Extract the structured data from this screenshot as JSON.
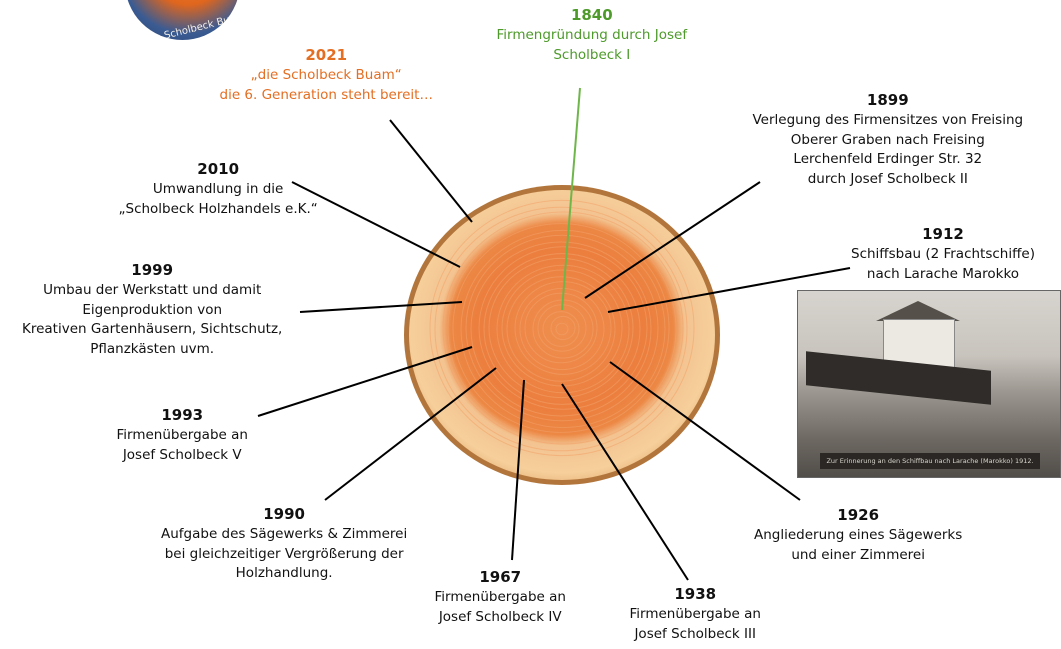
{
  "colors": {
    "accent_orange": "#e46e22",
    "accent_green": "#4d9a2a",
    "text": "#111111"
  },
  "logo": {
    "caption": "die Scholbeck Buam"
  },
  "events": [
    {
      "id": "1840",
      "year": "1840",
      "lines": [
        "Firmengründung durch Josef",
        "Scholbeck I"
      ],
      "color": "green"
    },
    {
      "id": "2021",
      "year": "2021",
      "lines": [
        "„die Scholbeck Buam“",
        "die 6. Generation steht bereit…"
      ],
      "color": "orange"
    },
    {
      "id": "1899",
      "year": "1899",
      "lines": [
        "Verlegung des Firmensitzes von Freising",
        "Oberer Graben nach Freising",
        "Lerchenfeld Erdinger Str. 32",
        "durch Josef Scholbeck II"
      ],
      "color": "black"
    },
    {
      "id": "2010",
      "year": "2010",
      "lines": [
        "Umwandlung in die",
        "„Scholbeck Holzhandels e.K.“"
      ],
      "color": "black"
    },
    {
      "id": "1912",
      "year": "1912",
      "lines": [
        "Schiffsbau (2 Frachtschiffe)",
        "nach Larache Marokko"
      ],
      "color": "black"
    },
    {
      "id": "1999",
      "year": "1999",
      "lines": [
        "Umbau der Werkstatt und damit",
        "Eigenproduktion von",
        "Kreativen Gartenhäusern, Sichtschutz,",
        "Pflanzkästen uvm."
      ],
      "color": "black"
    },
    {
      "id": "1993",
      "year": "1993",
      "lines": [
        "Firmenübergabe an",
        "Josef Scholbeck V"
      ],
      "color": "black"
    },
    {
      "id": "1926",
      "year": "1926",
      "lines": [
        "Angliederung eines Sägewerks",
        "und einer Zimmerei"
      ],
      "color": "black"
    },
    {
      "id": "1990",
      "year": "1990",
      "lines": [
        "Aufgabe des Sägewerks & Zimmerei",
        "bei gleichzeitiger Vergrößerung der",
        "Holzhandlung."
      ],
      "color": "black"
    },
    {
      "id": "1967",
      "year": "1967",
      "lines": [
        "Firmenübergabe an",
        "Josef Scholbeck IV"
      ],
      "color": "black"
    },
    {
      "id": "1938",
      "year": "1938",
      "lines": [
        "Firmenübergabe an",
        "Josef Scholbeck III"
      ],
      "color": "black"
    }
  ],
  "photo": {
    "caption": "Zur Erinnerung an den Schiffbau nach Larache (Marokko) 1912."
  }
}
